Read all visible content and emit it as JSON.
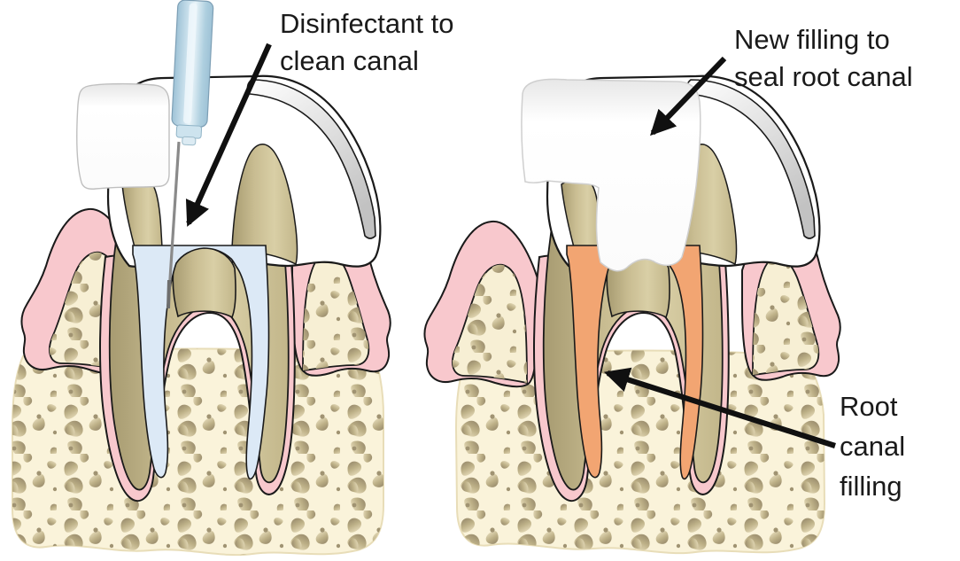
{
  "labels": {
    "disinfectant": {
      "lines": [
        "Disinfectant to",
        "clean canal"
      ]
    },
    "new_filling": {
      "lines": [
        "New filling to",
        "seal root canal"
      ]
    },
    "root_filling": {
      "lines": [
        "Root",
        "canal",
        "filling"
      ]
    }
  },
  "palette": {
    "background": "#ffffff",
    "bone": "#faf3da",
    "bone_speckle_dark": "#8f8165",
    "gum": "#f8c8cd",
    "dentin": "#cfc49a",
    "dentin_shadow": "#a79b71",
    "enamel": "#ffffff",
    "enamel_band_gray": "#c2c2c2",
    "disinfectant_fluid": "#dce9f6",
    "root_canal_filling": "#f2a572",
    "crown_filling": "#fdfdfd",
    "needle_hub_blue": "#b8d4e4",
    "needle_metal": "#8a8a8a",
    "outline": "#1a1a1a",
    "arrow": "#101010",
    "text": "#1a1a1a"
  }
}
